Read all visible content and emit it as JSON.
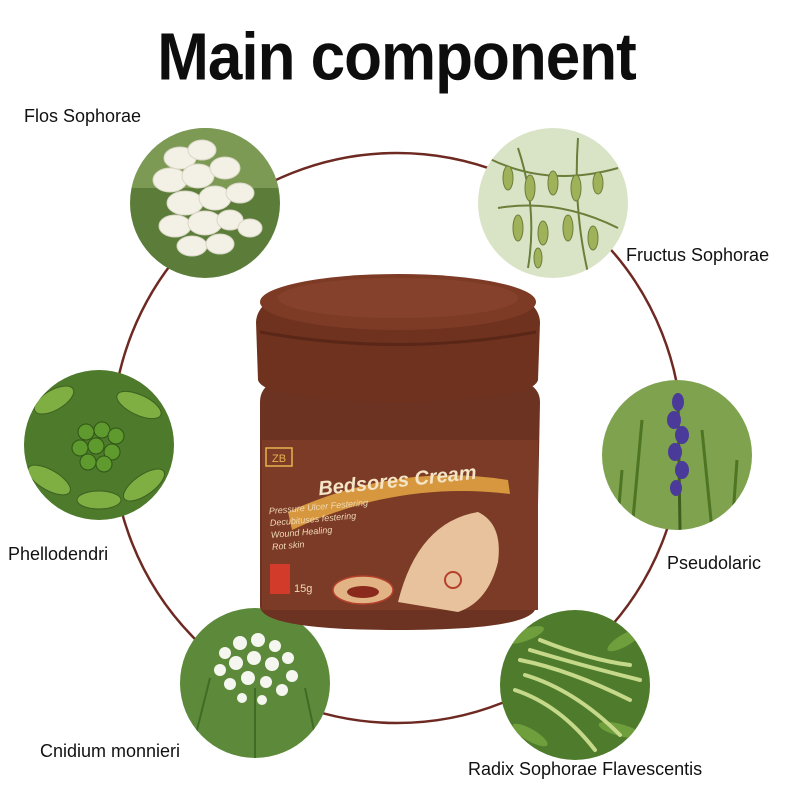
{
  "title": "Main component",
  "ingredients": [
    {
      "name": "Flos Sophorae",
      "image": "white-flower-cluster"
    },
    {
      "name": "Fructus Sophorae",
      "image": "seed-pod-branch"
    },
    {
      "name": "Pseudolaric",
      "image": "purple-flower-spike"
    },
    {
      "name": "Radix Sophorae Flavescentis",
      "image": "long-pod-branch"
    },
    {
      "name": "Cnidium monnieri",
      "image": "white-umbel-flower"
    },
    {
      "name": "Phellodendri",
      "image": "green-berry-cluster"
    }
  ],
  "product": {
    "brand_mark": "ZB",
    "name": "Bedsores Cream",
    "benefits": [
      "Pressure Ulcer Festering",
      "Decubituses festering",
      "Wound Healing",
      "Rot skin"
    ],
    "weight": "15g"
  },
  "colors": {
    "ring": "#6e2a22",
    "lid": "#6b2e1f",
    "jar": "#7a3a27",
    "label_band": "#c98a3e"
  }
}
